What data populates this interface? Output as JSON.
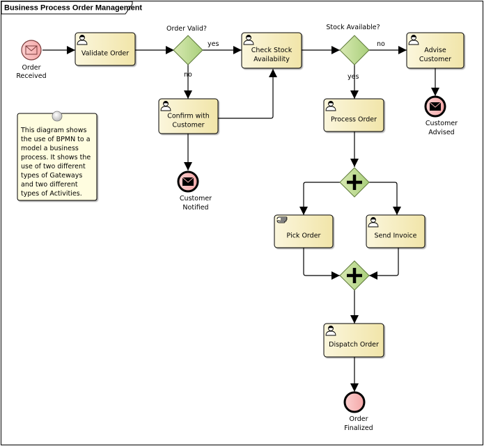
{
  "diagram": {
    "title": "Business Process Order Management",
    "colors": {
      "activity_fill_start": "#fbf6dc",
      "activity_fill_end": "#f1e5a9",
      "gateway_fill_start": "#d8e9b2",
      "gateway_fill_end": "#a9cf7b",
      "event_fill": "#f8b5b5",
      "note_fill": "#fffde0",
      "line": "#000000"
    },
    "events": [
      {
        "id": "order-received",
        "type": "start-message",
        "label_lines": [
          "Order",
          "Received"
        ]
      },
      {
        "id": "customer-notified",
        "type": "end-message",
        "label_lines": [
          "Customer",
          "Notified"
        ]
      },
      {
        "id": "customer-advised",
        "type": "end-message",
        "label_lines": [
          "Customer",
          "Advised"
        ]
      },
      {
        "id": "order-finalized",
        "type": "end",
        "label_lines": [
          "Order",
          "Finalized"
        ]
      }
    ],
    "activities": [
      {
        "id": "validate-order",
        "task_type": "user",
        "label_lines": [
          "Validate Order"
        ]
      },
      {
        "id": "check-stock",
        "task_type": "user",
        "label_lines": [
          "Check Stock",
          "Availability"
        ]
      },
      {
        "id": "advise-customer",
        "task_type": "user",
        "label_lines": [
          "Advise",
          "Customer"
        ]
      },
      {
        "id": "confirm-customer",
        "task_type": "user",
        "label_lines": [
          "Confirm with",
          "Customer"
        ]
      },
      {
        "id": "process-order",
        "task_type": "user",
        "label_lines": [
          "Process Order"
        ]
      },
      {
        "id": "pick-order",
        "task_type": "manual",
        "label_lines": [
          "Pick Order"
        ]
      },
      {
        "id": "send-invoice",
        "task_type": "user",
        "label_lines": [
          "Send Invoice"
        ]
      },
      {
        "id": "dispatch-order",
        "task_type": "user",
        "label_lines": [
          "Dispatch Order"
        ]
      }
    ],
    "gateways": [
      {
        "id": "order-valid",
        "type": "exclusive",
        "label": "Order Valid?"
      },
      {
        "id": "stock-available",
        "type": "exclusive",
        "label": "Stock Available?"
      },
      {
        "id": "fork",
        "type": "parallel",
        "label": ""
      },
      {
        "id": "join",
        "type": "parallel",
        "label": ""
      }
    ],
    "flows": [
      {
        "from": "order-received",
        "to": "validate-order",
        "label": ""
      },
      {
        "from": "validate-order",
        "to": "order-valid",
        "label": ""
      },
      {
        "from": "order-valid",
        "to": "check-stock",
        "label": "yes"
      },
      {
        "from": "order-valid",
        "to": "confirm-customer",
        "label": "no"
      },
      {
        "from": "confirm-customer",
        "to": "check-stock",
        "label": ""
      },
      {
        "from": "confirm-customer",
        "to": "customer-notified",
        "label": ""
      },
      {
        "from": "check-stock",
        "to": "stock-available",
        "label": ""
      },
      {
        "from": "stock-available",
        "to": "advise-customer",
        "label": "no"
      },
      {
        "from": "stock-available",
        "to": "process-order",
        "label": "yes"
      },
      {
        "from": "advise-customer",
        "to": "customer-advised",
        "label": ""
      },
      {
        "from": "process-order",
        "to": "fork",
        "label": ""
      },
      {
        "from": "fork",
        "to": "pick-order",
        "label": ""
      },
      {
        "from": "fork",
        "to": "send-invoice",
        "label": ""
      },
      {
        "from": "pick-order",
        "to": "join",
        "label": ""
      },
      {
        "from": "send-invoice",
        "to": "join",
        "label": ""
      },
      {
        "from": "join",
        "to": "dispatch-order",
        "label": ""
      },
      {
        "from": "dispatch-order",
        "to": "order-finalized",
        "label": ""
      }
    ],
    "note": {
      "lines": [
        "This diagram shows",
        "the use of BPMN to a",
        "model a business",
        "process. It shows the",
        "use of two different",
        "types of Gateways",
        "and two different",
        "types of Activities."
      ]
    }
  }
}
